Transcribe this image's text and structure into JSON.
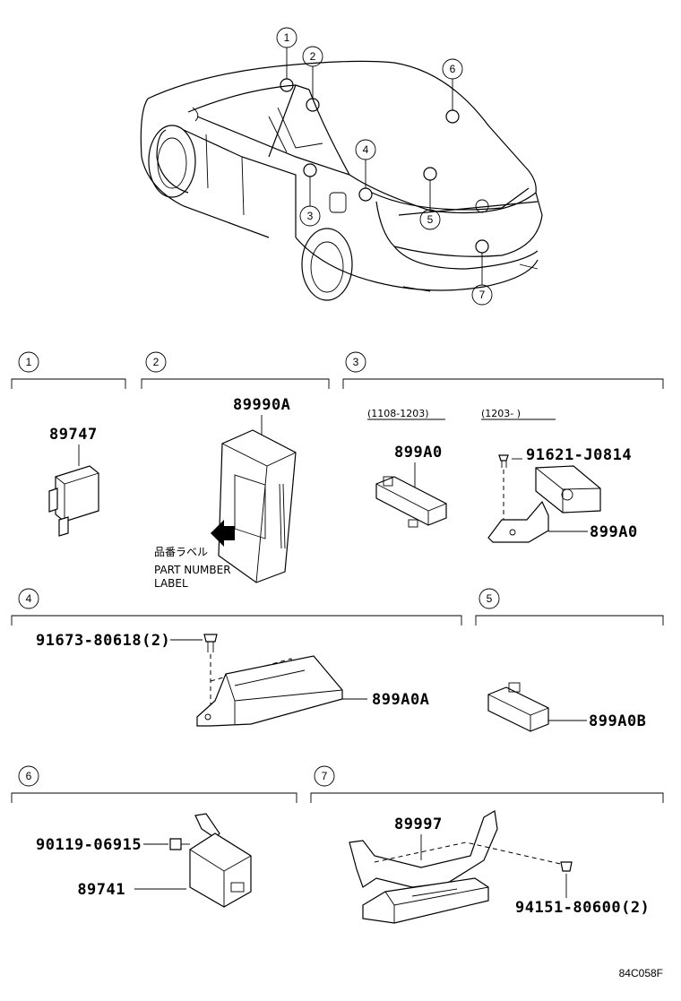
{
  "callouts": [
    "1",
    "2",
    "3",
    "4",
    "5",
    "6",
    "7"
  ],
  "sections": {
    "s1": {
      "num": "1",
      "part": "89747"
    },
    "s2": {
      "num": "2",
      "part": "89990A",
      "label_jp": "品番ラベル",
      "label_en1": "PART NUMBER",
      "label_en2": "LABEL"
    },
    "s3": {
      "num": "3",
      "range_a": "(1108-1203)",
      "range_b": "(1203-      )",
      "part_a": "899A0",
      "bolt": "91621-J0814",
      "part_b": "899A0"
    },
    "s4": {
      "num": "4",
      "bolt": "91673-80618(2)",
      "part": "899A0A"
    },
    "s5": {
      "num": "5",
      "part": "899A0B"
    },
    "s6": {
      "num": "6",
      "bolt": "90119-06915",
      "part": "89741"
    },
    "s7": {
      "num": "7",
      "part": "89997",
      "nut": "94151-80600(2)"
    }
  },
  "diagram_code": "84C058F"
}
